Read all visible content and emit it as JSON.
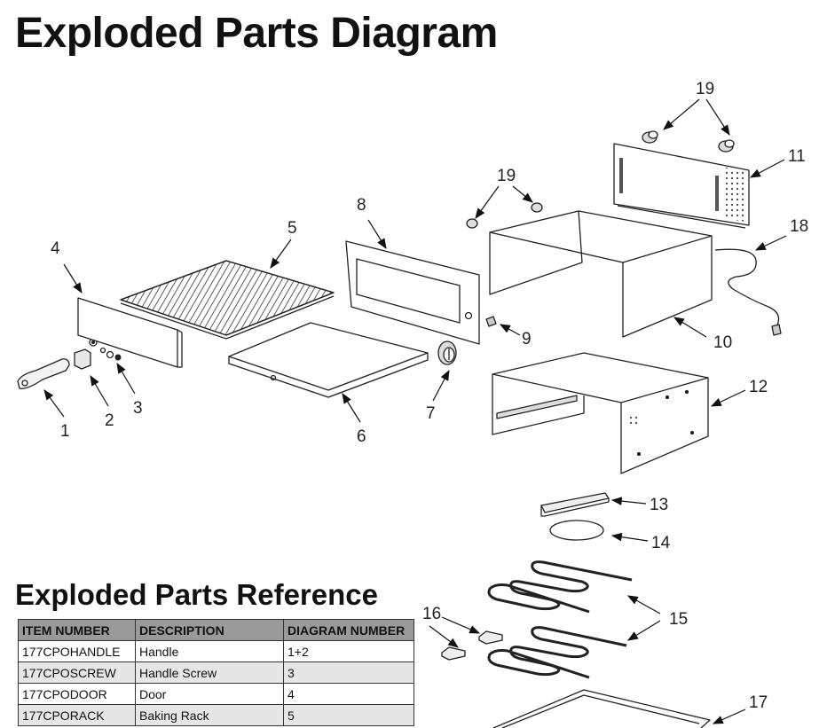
{
  "title": "Exploded Parts Diagram",
  "reference_title": "Exploded Parts Reference",
  "callouts": [
    "1",
    "2",
    "3",
    "4",
    "5",
    "6",
    "7",
    "8",
    "9",
    "10",
    "11",
    "12",
    "13",
    "14",
    "15",
    "16",
    "17",
    "18",
    "19",
    "19"
  ],
  "table": {
    "headers": [
      "ITEM NUMBER",
      "DESCRIPTION",
      "DIAGRAM NUMBER"
    ],
    "rows": [
      [
        "177CPOHANDLE",
        "Handle",
        "1+2"
      ],
      [
        "177CPOSCREW",
        "Handle Screw",
        "3"
      ],
      [
        "177CPODOOR",
        "Door",
        "4"
      ],
      [
        "177CPORACK",
        "Baking Rack",
        "5"
      ]
    ]
  }
}
